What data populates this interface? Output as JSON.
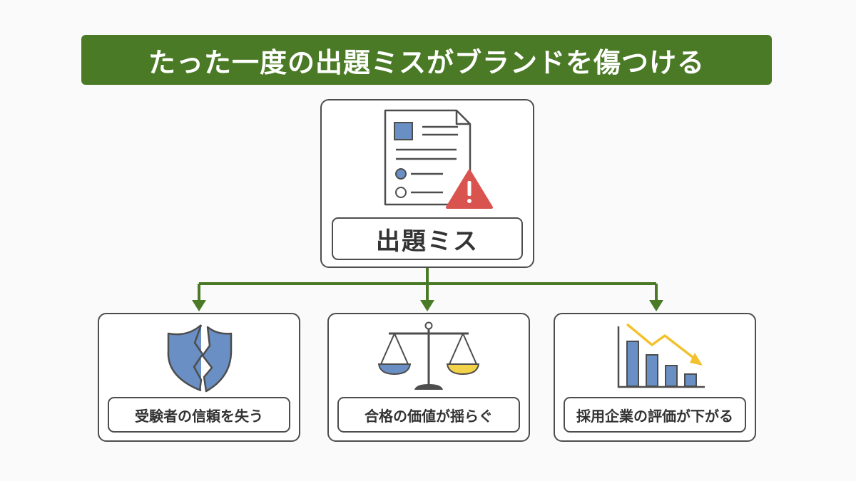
{
  "title": "たった一度の出題ミスがブランドを傷つける",
  "center": {
    "label": "出題ミス",
    "icon": "document-warning-icon"
  },
  "children": [
    {
      "label": "受験者の信頼を失う",
      "icon": "broken-shield-icon"
    },
    {
      "label": "合格の価値が揺らぐ",
      "icon": "balance-scale-icon"
    },
    {
      "label": "採用企業の評価が下がる",
      "icon": "declining-bar-chart-icon"
    }
  ],
  "colors": {
    "title_bg": "#4a7a25",
    "arrow": "#4a7a25",
    "icon_blue": "#6a8fc4",
    "warning_red": "#d9534f",
    "scale_yellow": "#f2d248",
    "trend_arrow": "#f2c12e",
    "outline": "#4d4d4d"
  }
}
